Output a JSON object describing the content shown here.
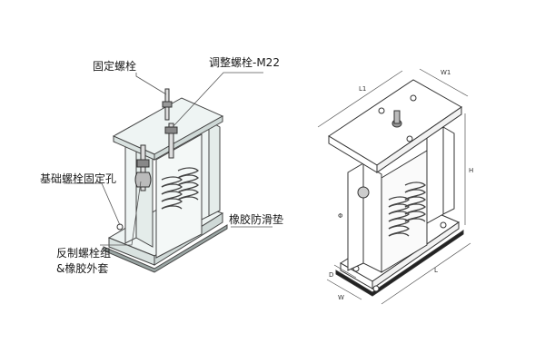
{
  "left_labels": {
    "fixing_bolt": "固定螺栓",
    "adjusting_bolt": "调整螺栓-M22",
    "foundation_hole": "基础螺栓固定孔",
    "rubber_pad": "橡胶防滑垫",
    "anti_bolt_line1": "反制螺栓组",
    "anti_bolt_line2": "&橡胶外套"
  },
  "dimensions": {
    "L1": "L1",
    "W1": "W1",
    "H": "H",
    "L": "L",
    "W": "W",
    "phi": "Φ",
    "depth": "D"
  },
  "colors": {
    "line": "#333333",
    "fill_light": "#eef4f3",
    "fill_base": "#d9e2e0",
    "spring": "#444444",
    "leader": "#555555"
  }
}
